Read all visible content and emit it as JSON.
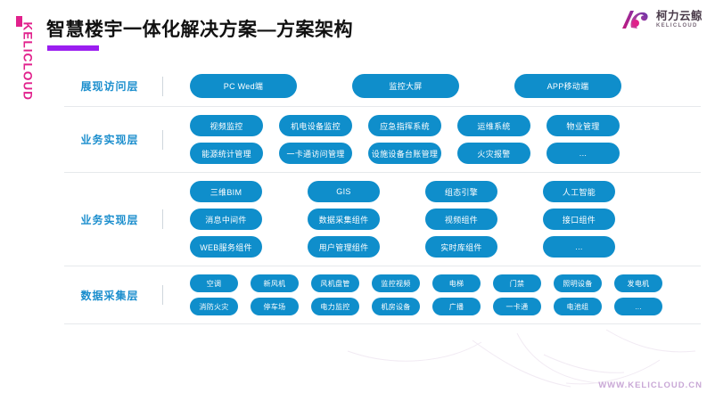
{
  "brand": {
    "rail_text": "KELICLOUD",
    "logo_cn": "柯力云鲸",
    "logo_en": "KELICLOUD",
    "accent_magenta": "#e1218c",
    "accent_purple": "#9b1ef0",
    "accent_blue": "#0f8ecb"
  },
  "header": {
    "title": "智慧楼宇一体化解决方案—方案架构"
  },
  "footer": {
    "url": "WWW.KELICLOUD.CN"
  },
  "layers": [
    {
      "label": "展现访问层",
      "rows": [
        [
          "PC Wed端",
          "监控大屏",
          "APP移动端"
        ]
      ]
    },
    {
      "label": "业务实现层",
      "rows": [
        [
          "视频监控",
          "机电设备监控",
          "应急指挥系统",
          "运维系统",
          "物业管理"
        ],
        [
          "能源统计管理",
          "一卡通访问管理",
          "设施设备台账管理",
          "火灾报警",
          "..."
        ]
      ]
    },
    {
      "label": "业务实现层",
      "rows": [
        [
          "三维BIM",
          "GIS",
          "组态引擎",
          "人工智能"
        ],
        [
          "消息中间件",
          "数据采集组件",
          "视频组件",
          "接口组件"
        ],
        [
          "WEB服务组件",
          "用户管理组件",
          "实时库组件",
          "..."
        ]
      ]
    },
    {
      "label": "数据采集层",
      "rows": [
        [
          "空调",
          "新风机",
          "风机盘管",
          "监控视频",
          "电梯",
          "门禁",
          "照明设备",
          "发电机"
        ],
        [
          "消防火灾",
          "停车场",
          "电力监控",
          "机房设备",
          "广播",
          "一卡通",
          "电池组",
          "..."
        ]
      ]
    }
  ]
}
